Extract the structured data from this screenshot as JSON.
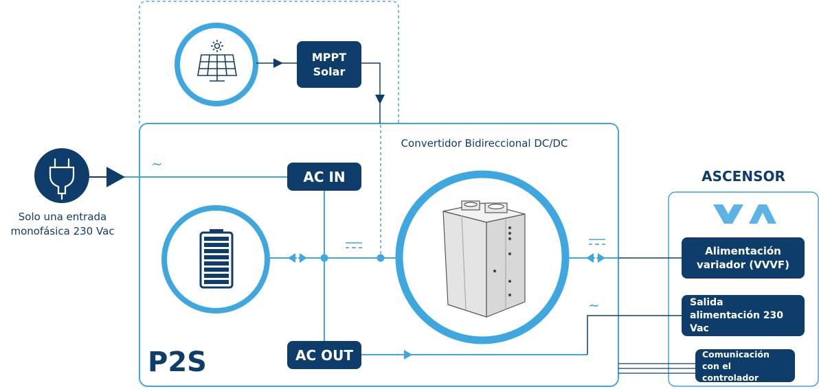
{
  "diagram": {
    "input_label": "Solo una entrada monofásica 230 Vac",
    "mppt_label": "MPPT Solar",
    "ac_in_label": "AC IN",
    "ac_out_label": "AC OUT",
    "converter_title": "Convertidor Bidireccional DC/DC",
    "p2s_label": "P2S",
    "ascensor_title": "ASCENSOR",
    "vvvf_label": "Alimentación variador (VVVF)",
    "salida_label": "Salida alimentación 230 Vac",
    "comunicacion_label": "Comunicación con el controlador"
  },
  "icons": [
    "plug-icon",
    "solar-panel-icon",
    "battery-icon",
    "converter-cabinet-icon",
    "brand-logo-icon"
  ],
  "colors": {
    "navy": "#0e3d6c",
    "light_blue": "#3ea7e0",
    "line_blue": "#5bb4e5"
  }
}
